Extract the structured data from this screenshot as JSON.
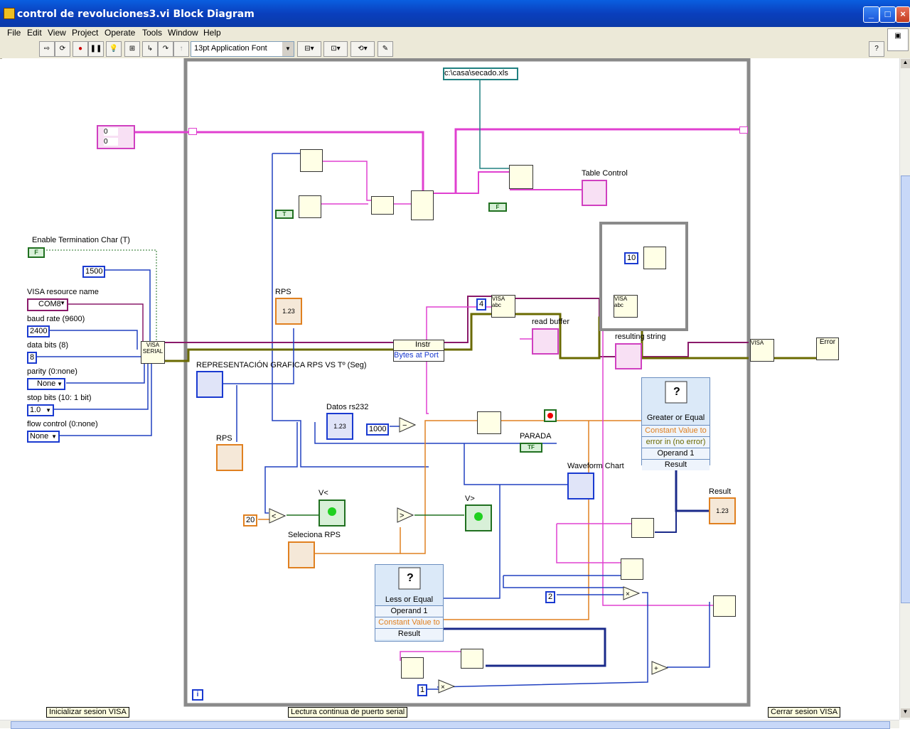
{
  "window": {
    "title": "control de revoluciones3.vi Block Diagram"
  },
  "menu": [
    "File",
    "Edit",
    "View",
    "Project",
    "Operate",
    "Tools",
    "Window",
    "Help"
  ],
  "toolbar": {
    "font": "13pt Application Font"
  },
  "diagram": {
    "path_constant": "c:\\casa\\secado.xls",
    "table_control_label": "Table Control",
    "enable_term_label": "Enable Termination Char (T)",
    "enable_term_value": "F",
    "timeout_value": "1500",
    "visa_resource_label": "VISA resource name",
    "visa_resource_value": "COM8",
    "baud_label": "baud rate (9600)",
    "baud_value": "2400",
    "data_bits_label": "data bits (8)",
    "data_bits_value": "8",
    "parity_label": "parity (0:none)",
    "parity_value": "None",
    "stop_bits_label": "stop bits (10: 1 bit)",
    "stop_bits_value": "1.0",
    "flow_label": "flow control (0:none)",
    "flow_value": "None",
    "rps_label": "RPS",
    "rps_label2": "RPS",
    "rep_label": "REPRESENTACIÓN GRAFICA RPS VS Tº (Seg)",
    "datos_label": "Datos rs232",
    "instr_label": "Instr",
    "bytes_label": "Bytes at Port",
    "read_buffer_label": "read buffer",
    "resulting_label": "resulting string",
    "parada_label": "PARADA",
    "waveform_label": "Waveform Chart",
    "result_label": "Result",
    "vlt_label": "V<",
    "vgt_label": "V>",
    "selec_label": "Seleciona RPS",
    "const_4": "4",
    "const_10": "10",
    "const_1000": "1000",
    "const_20": "20",
    "const_2": "2",
    "const_1": "1",
    "const_0a": "0",
    "const_0b": "0",
    "tf_true": "T",
    "tf_false": "F",
    "gte": {
      "title": "Greater or Equal",
      "rows": [
        "Constant Value to",
        "error in (no error)",
        "Operand 1",
        "Result"
      ]
    },
    "lte": {
      "title": "Less or Equal",
      "rows": [
        "Operand 1",
        "Constant Value to",
        "Result"
      ]
    },
    "bottom_labels": [
      "Inicializar sesion VISA",
      "Lectura continua de puerto serial",
      "Cerrar sesion VISA"
    ],
    "error_label": "Error",
    "info_glyph": "i"
  }
}
